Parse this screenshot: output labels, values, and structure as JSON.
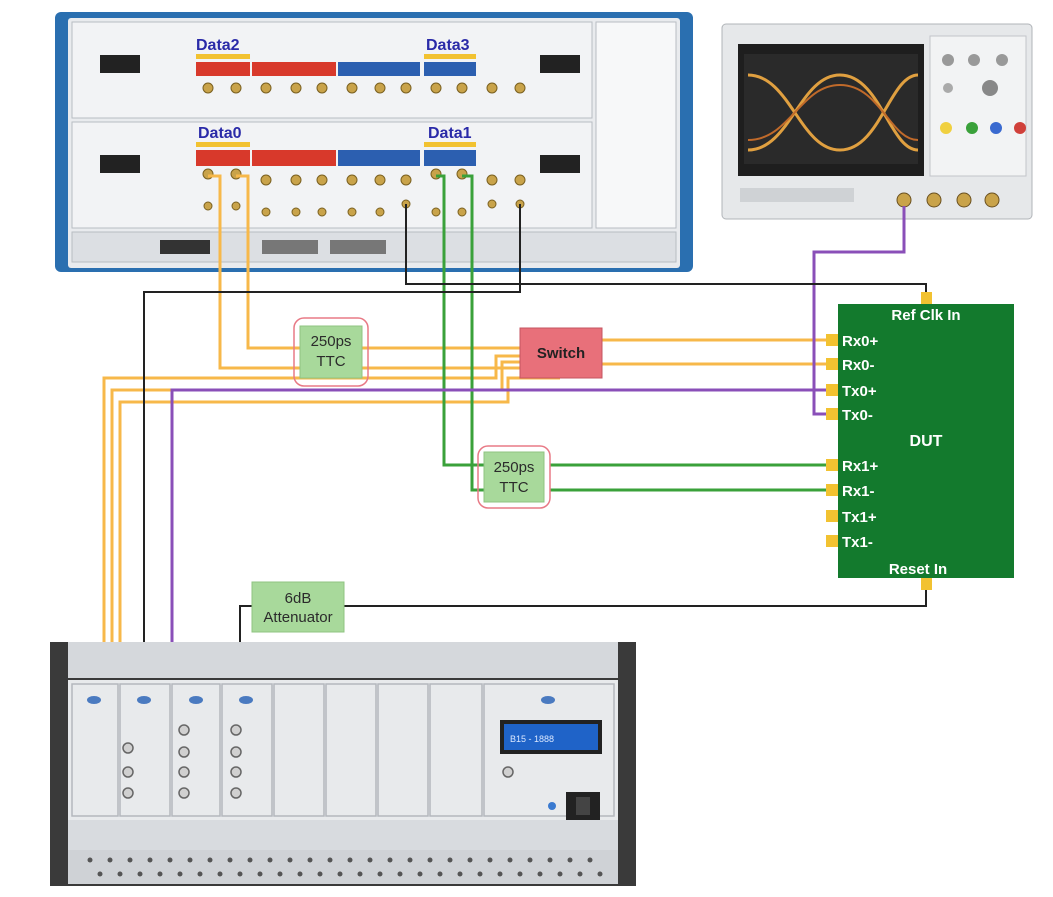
{
  "bert": {
    "top_module": {
      "channel_left": "Data2",
      "channel_right": "Data3"
    },
    "bottom_module": {
      "channel_left": "Data0",
      "channel_right": "Data1"
    }
  },
  "scope": {
    "display_text": ""
  },
  "ttc_top": {
    "line1": "250ps",
    "line2": "TTC"
  },
  "ttc_bottom": {
    "line1": "250ps",
    "line2": "TTC"
  },
  "switch": {
    "label": "Switch"
  },
  "attenuator": {
    "line1": "6dB",
    "line2": "Attenuator"
  },
  "dut": {
    "title": "DUT",
    "ref_clk": "Ref Clk In",
    "reset": "Reset In",
    "pins": [
      "Rx0+",
      "Rx0-",
      "Tx0+",
      "Tx0-",
      "Rx1+",
      "Rx1-",
      "Tx1+",
      "Tx1-"
    ]
  },
  "chassis": {
    "lcd_text": "B15 - 1888"
  },
  "colors": {
    "orange_cable": "#f7b84a",
    "green_cable": "#3aa13a",
    "purple_cable": "#8a4fb8",
    "black_cable": "#222222",
    "dut_fill": "#137a2d",
    "ttc_fill": "#a8d99b",
    "switch_fill": "#e8707a",
    "data_label": "#2a2aa8"
  }
}
